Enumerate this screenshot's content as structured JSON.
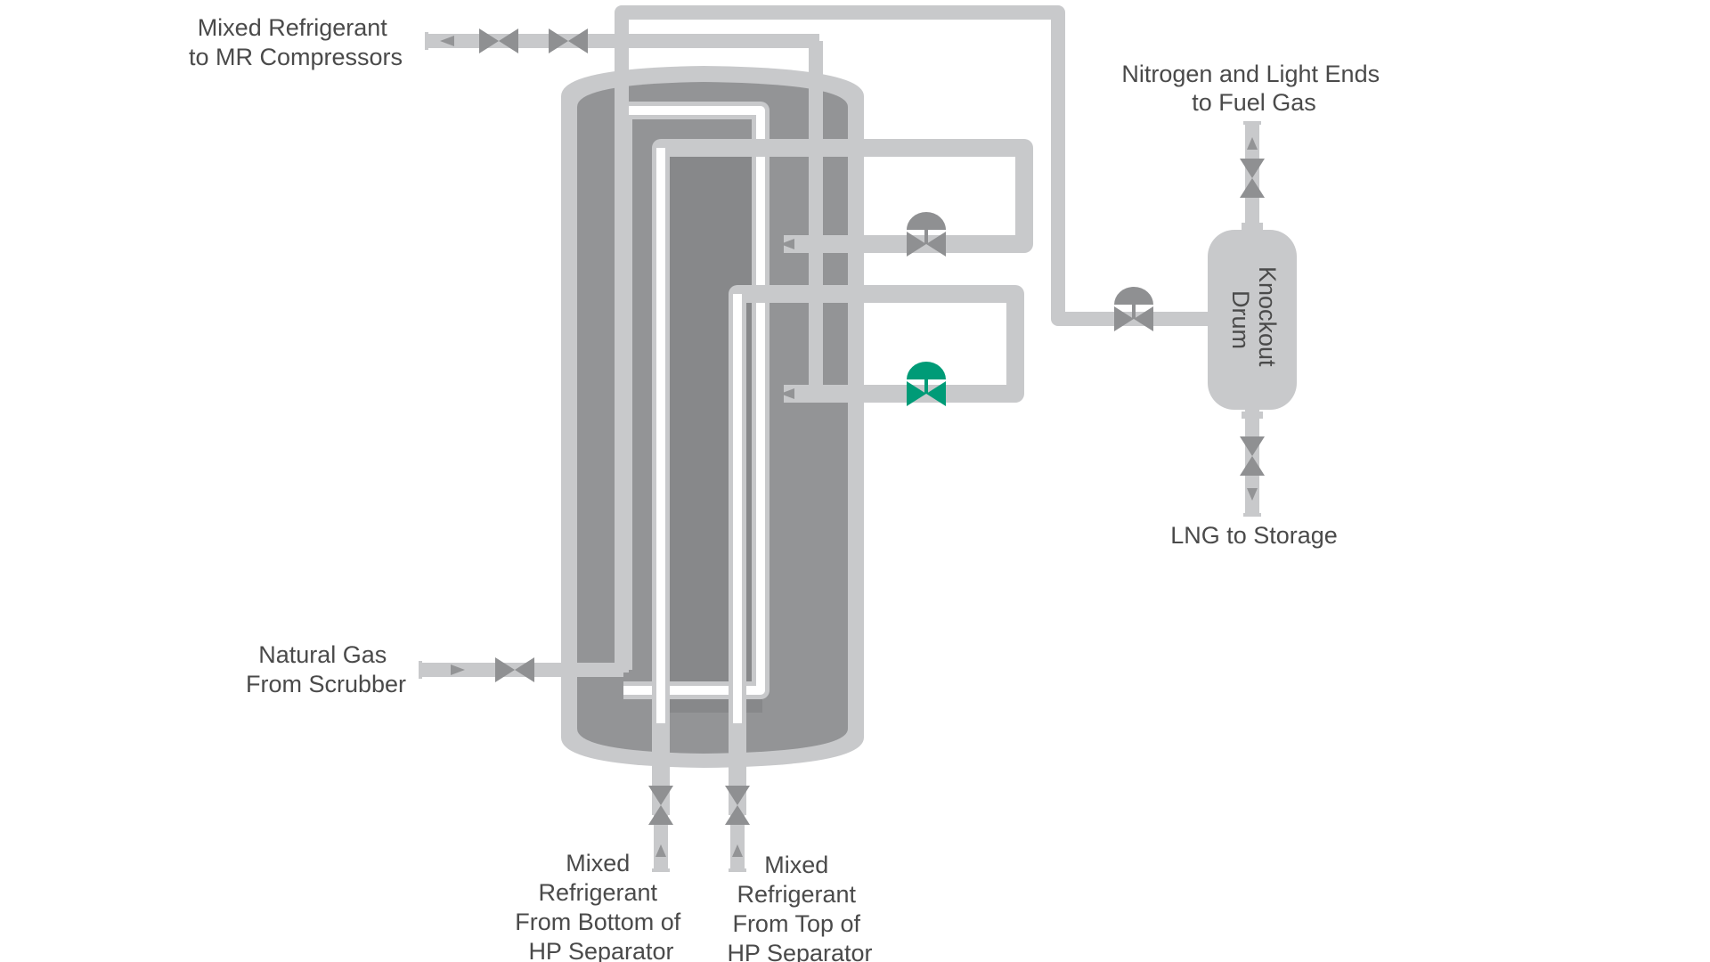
{
  "labels": {
    "mr_to_compressors": [
      "Mixed Refrigerant",
      "to MR Compressors"
    ],
    "nitrogen_to_fuel": [
      "Nitrogen and Light Ends",
      "to Fuel Gas"
    ],
    "knockout_drum": [
      "Knockout",
      "Drum"
    ],
    "lng_to_storage": [
      "LNG to Storage"
    ],
    "natural_gas": [
      "Natural Gas",
      "From Scrubber"
    ],
    "mr_from_bottom": [
      "Mixed",
      "Refrigerant",
      "From Bottom of",
      "HP Separator"
    ],
    "mr_from_top": [
      "Mixed",
      "Refrigerant",
      "From Top of",
      "HP Separator"
    ]
  },
  "colors": {
    "pipe": "#c8c9cb",
    "vessel_shell": "#c8c9cb",
    "vessel_inner": "#939496",
    "vessel_core": "#87888a",
    "valve": "#8f9092",
    "valve_highlight": "#009b77",
    "text": "#4a4a4a",
    "inner_pipe_white": "#ffffff"
  }
}
